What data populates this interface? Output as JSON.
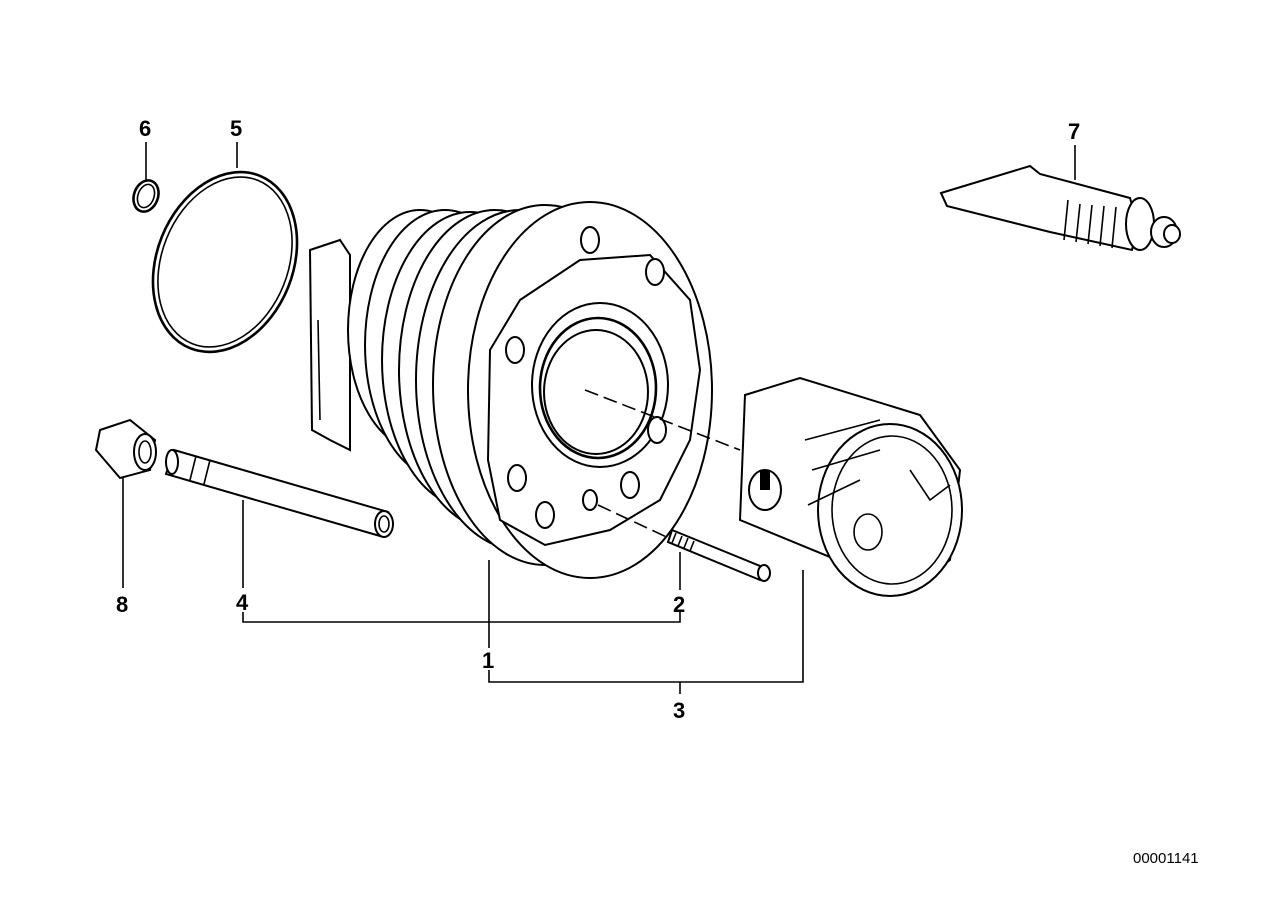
{
  "diagram": {
    "callouts": {
      "c1": "1",
      "c2": "2",
      "c3": "3",
      "c4": "4",
      "c5": "5",
      "c6": "6",
      "c7": "7",
      "c8": "8"
    },
    "document_number": "00001141"
  }
}
